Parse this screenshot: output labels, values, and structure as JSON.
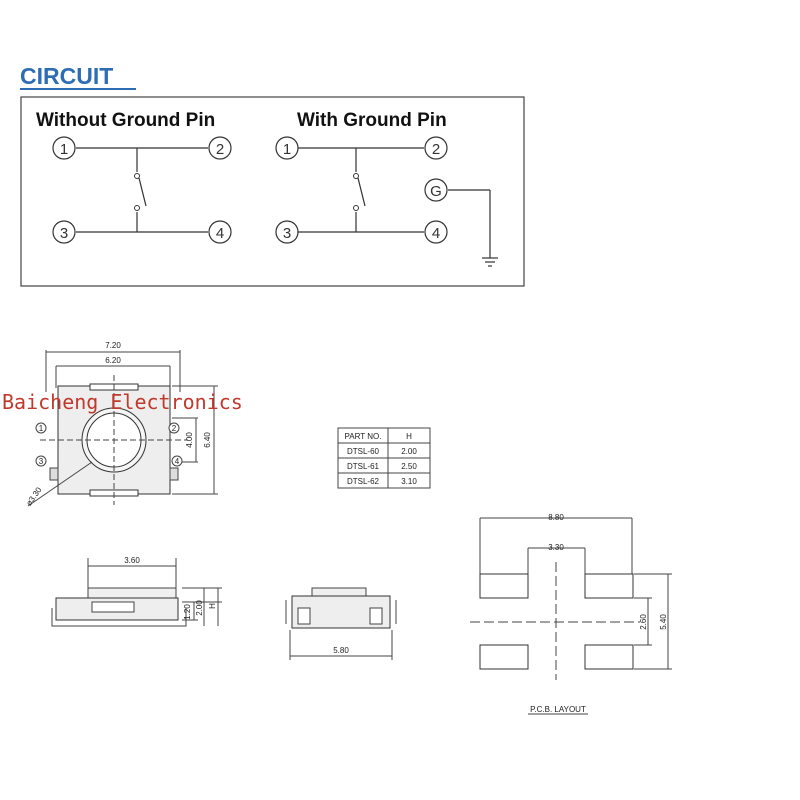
{
  "section_title": "CIRCUIT",
  "circuits": [
    {
      "title": "Without Ground Pin",
      "pins": [
        "1",
        "2",
        "3",
        "4"
      ]
    },
    {
      "title": "With Ground Pin",
      "pins": [
        "1",
        "2",
        "3",
        "4",
        "G"
      ]
    }
  ],
  "watermark": "Baicheng Electronics",
  "top_view": {
    "dims": {
      "overall_width": "7.20",
      "inner_width": "6.20",
      "body_height": "6.40",
      "pin_pitch": "4.00",
      "actuator_dia": "ø3.30"
    },
    "pins": [
      "1",
      "2",
      "3",
      "4"
    ]
  },
  "part_table": {
    "headers": [
      "PART NO.",
      "H"
    ],
    "rows": [
      [
        "DTSL-60",
        "2.00"
      ],
      [
        "DTSL-61",
        "2.50"
      ],
      [
        "DTSL-62",
        "3.10"
      ]
    ]
  },
  "side_view": {
    "dims": {
      "actuator_width": "3.60",
      "body_height": "1.20",
      "total_height_label": "2.00",
      "h_label": "H"
    }
  },
  "front_view": {
    "dims": {
      "width": "5.80"
    }
  },
  "pcb_layout": {
    "title": "P.C.B. LAYOUT",
    "dims": {
      "overall_width": "8.80",
      "inner_gap": "3.30",
      "pad_spacing": "2.60",
      "overall_height": "5.40"
    }
  },
  "colors": {
    "title_blue": "#2e6db4",
    "line": "#333333",
    "watermark": "#c0392b"
  }
}
